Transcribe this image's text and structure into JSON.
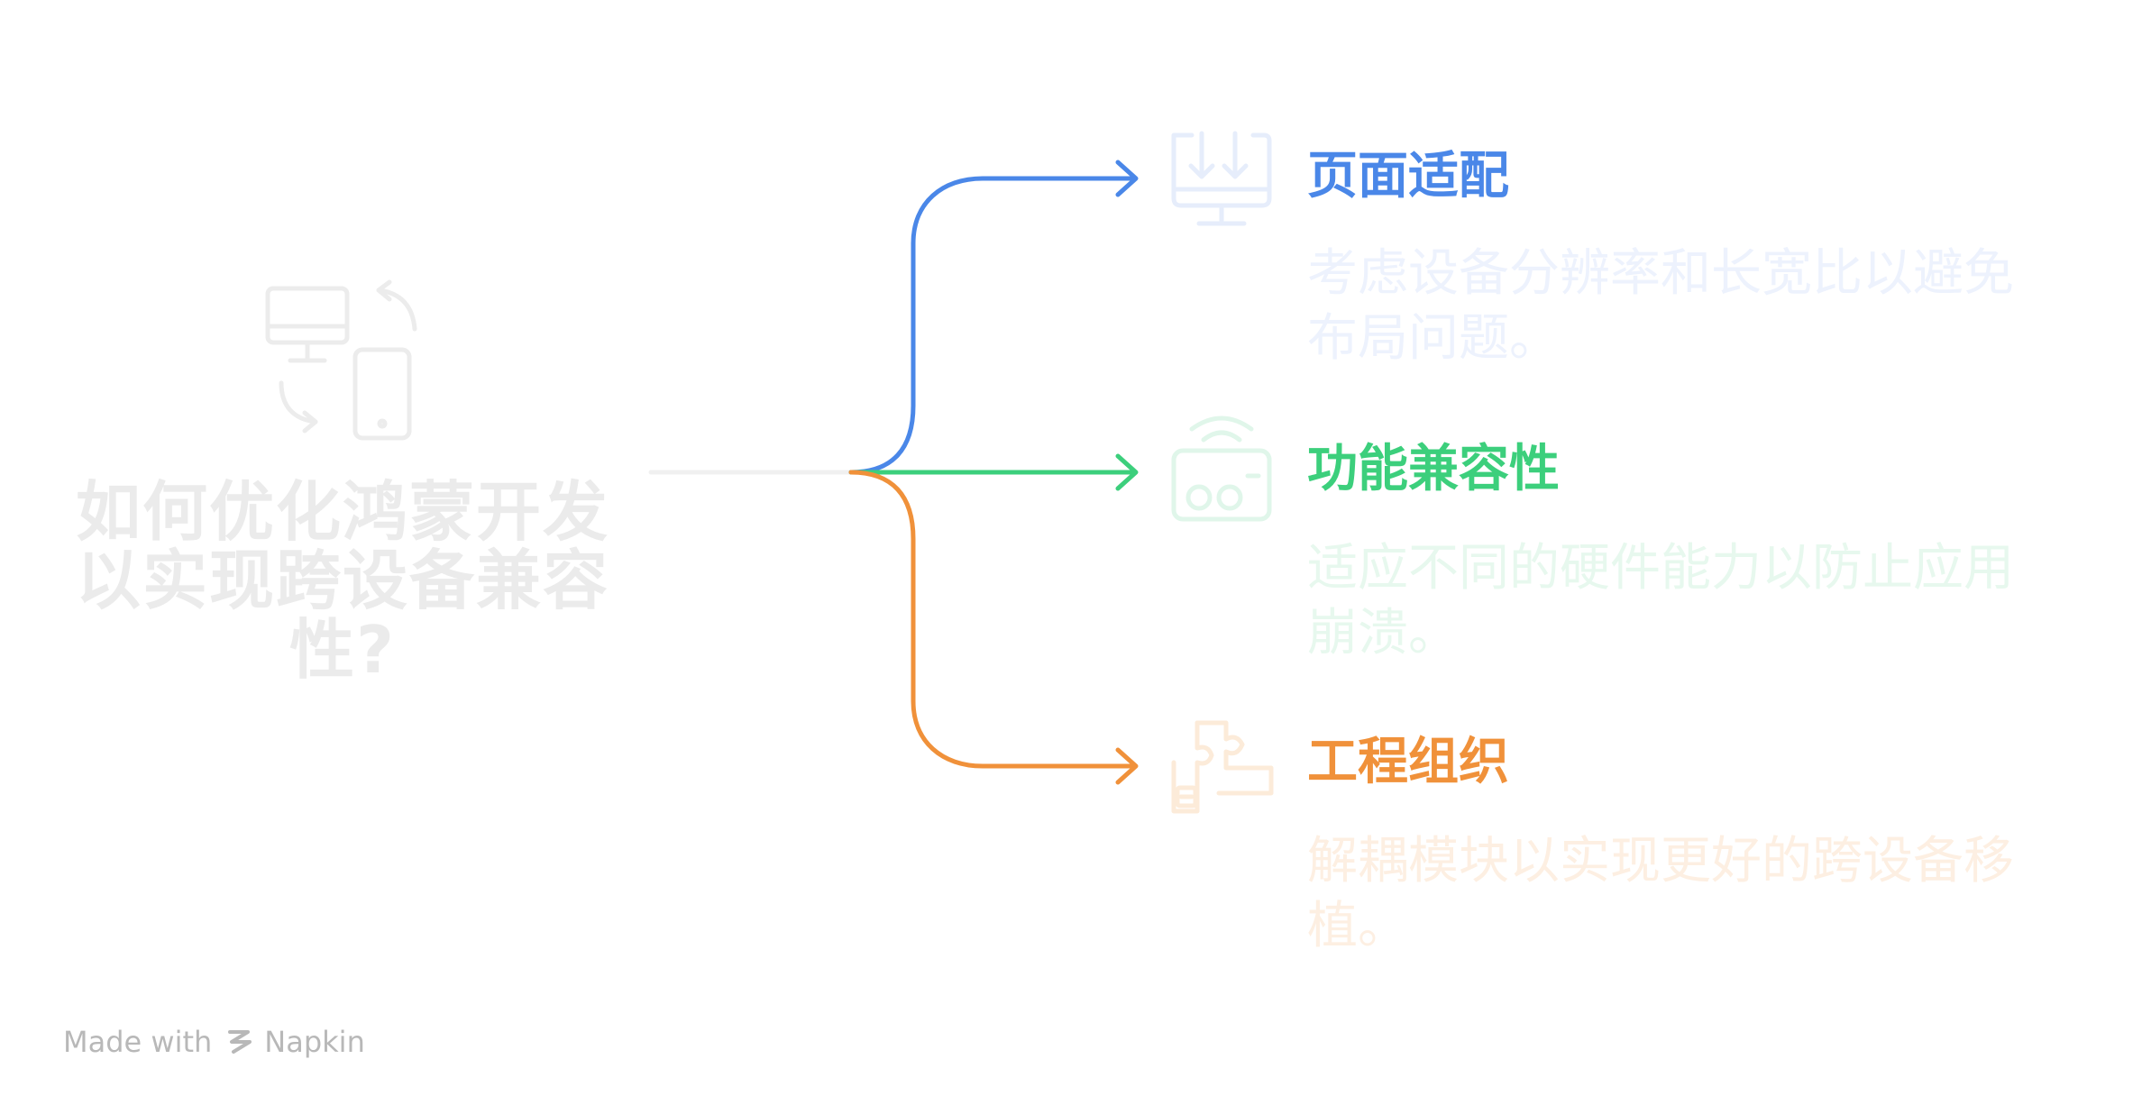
{
  "center": {
    "title_lines": [
      "如何优化鸿蒙开发",
      "以实现跨设备兼容",
      "性?"
    ],
    "icon": "devices-sync-icon"
  },
  "branches": [
    {
      "title": "页面适配",
      "desc_lines": [
        "考虑设备分辨率和长宽比以避免",
        "布局问题。"
      ],
      "color": "#4a87e8",
      "desc_color": "#edf2fd",
      "icon": "monitor-download-icon"
    },
    {
      "title": "功能兼容性",
      "desc_lines": [
        "适应不同的硬件能力以防止应用",
        "崩溃。"
      ],
      "color": "#3ccf7c",
      "desc_color": "#e7f8ee",
      "icon": "device-hardware-icon"
    },
    {
      "title": "工程组织",
      "desc_lines": [
        "解耦模块以实现更好的跨设备移",
        "植。"
      ],
      "color": "#f0913a",
      "desc_color": "#fdefe2",
      "icon": "puzzle-modules-icon"
    }
  ],
  "footer": {
    "made_with": "Made with",
    "brand": "Napkin"
  }
}
